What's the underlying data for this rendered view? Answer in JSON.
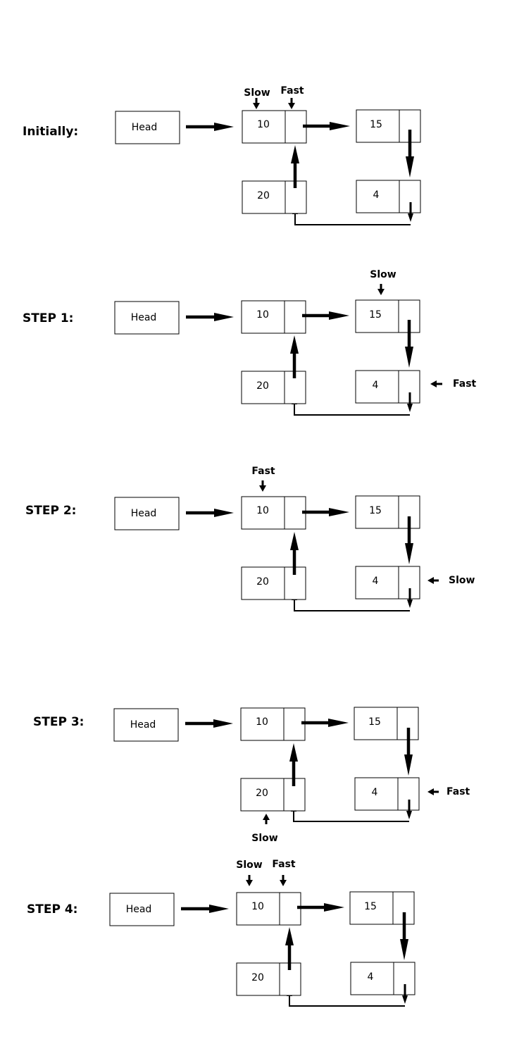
{
  "steps": [
    {
      "label": "Initially:",
      "head_text": "Head",
      "nodes": [
        "10",
        "15",
        "4",
        "20"
      ],
      "pointers": [
        {
          "label": "Slow",
          "at": "10"
        },
        {
          "label": "Fast",
          "at": "10"
        }
      ]
    },
    {
      "label": "STEP 1:",
      "head_text": "Head",
      "nodes": [
        "10",
        "15",
        "4",
        "20"
      ],
      "pointers": [
        {
          "label": "Slow",
          "at": "15"
        },
        {
          "label": "Fast",
          "at": "4"
        }
      ]
    },
    {
      "label": "STEP 2:",
      "head_text": "Head",
      "nodes": [
        "10",
        "15",
        "4",
        "20"
      ],
      "pointers": [
        {
          "label": "Fast",
          "at": "10"
        },
        {
          "label": "Slow",
          "at": "4"
        }
      ]
    },
    {
      "label": "STEP 3:",
      "head_text": "Head",
      "nodes": [
        "10",
        "15",
        "4",
        "20"
      ],
      "pointers": [
        {
          "label": "Fast",
          "at": "4"
        },
        {
          "label": "Slow",
          "at": "20"
        }
      ]
    },
    {
      "label": "STEP 4:",
      "head_text": "Head",
      "nodes": [
        "10",
        "15",
        "4",
        "20"
      ],
      "pointers": [
        {
          "label": "Slow",
          "at": "10"
        },
        {
          "label": "Fast",
          "at": "10"
        }
      ]
    }
  ]
}
